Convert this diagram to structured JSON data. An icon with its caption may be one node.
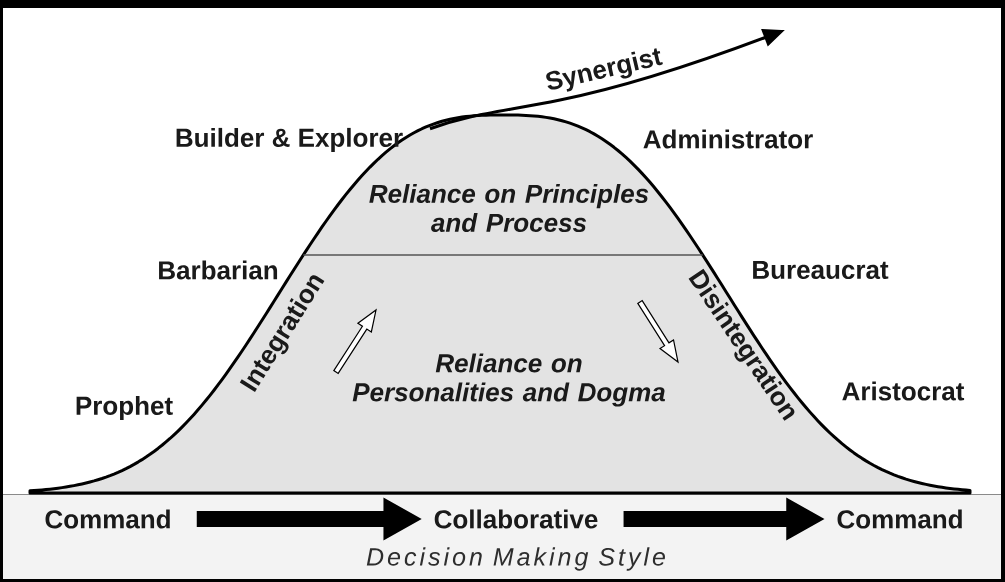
{
  "diagram": {
    "nodes": [
      {
        "text": [
          "Reliance on Principles and Process"
        ]
      },
      {
        "text": [
          "Reliance on Personalities and Dogma"
        ]
      },
      {
        "text": [
          "Decision Making Style"
        ]
      },
      {
        "text": [
          "Command"
        ],
        "in": 2
      },
      {
        "text": [
          "Collaborative"
        ],
        "in": 2
      },
      {
        "text": [
          "Command"
        ],
        "in": 2
      }
    ],
    "edges": [
      {
        "from": 3,
        "to": 4,
        "arrow": "to"
      },
      {
        "from": 4,
        "to": 5,
        "arrow": "to"
      },
      {
        "from": 0,
        "to": null,
        "arrow": "to",
        "label": "Synergist"
      }
    ],
    "labels": [
      "Builder & Explorer",
      "Administrator",
      "Barbarian",
      "Bureaucrat",
      "Integration",
      "Disintegration",
      "Aristocrat",
      "Prophet"
    ]
  }
}
